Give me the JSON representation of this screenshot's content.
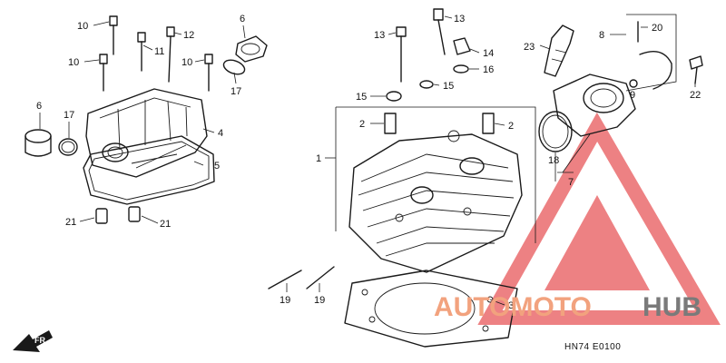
{
  "diagram": {
    "callouts": {
      "c10a": "10",
      "c10b": "10",
      "c10c": "10",
      "c11": "11",
      "c12": "12",
      "c6": "6",
      "c17a": "17",
      "c17b": "17",
      "c4": "4",
      "c5": "5",
      "c6b": "6",
      "c21a": "21",
      "c21b": "21",
      "c13a": "13",
      "c13b": "13",
      "c14": "14",
      "c15a": "15",
      "c15b": "15",
      "c16": "16",
      "c2a": "2",
      "c2b": "2",
      "c1": "1",
      "c23": "23",
      "c8": "8",
      "c20": "20",
      "c9": "9",
      "c22": "22",
      "c18": "18",
      "c7": "7",
      "c19a": "19",
      "c19b": "19",
      "c3": "3"
    },
    "diagram_code": "HN74  E0100",
    "front_marker": "FR."
  },
  "watermark": {
    "part1": "AUTOMOTO",
    "part2": "HUB",
    "colors": {
      "red": "#e8585a",
      "orange": "#f2a27e",
      "gray": "#7a7a7a"
    }
  }
}
